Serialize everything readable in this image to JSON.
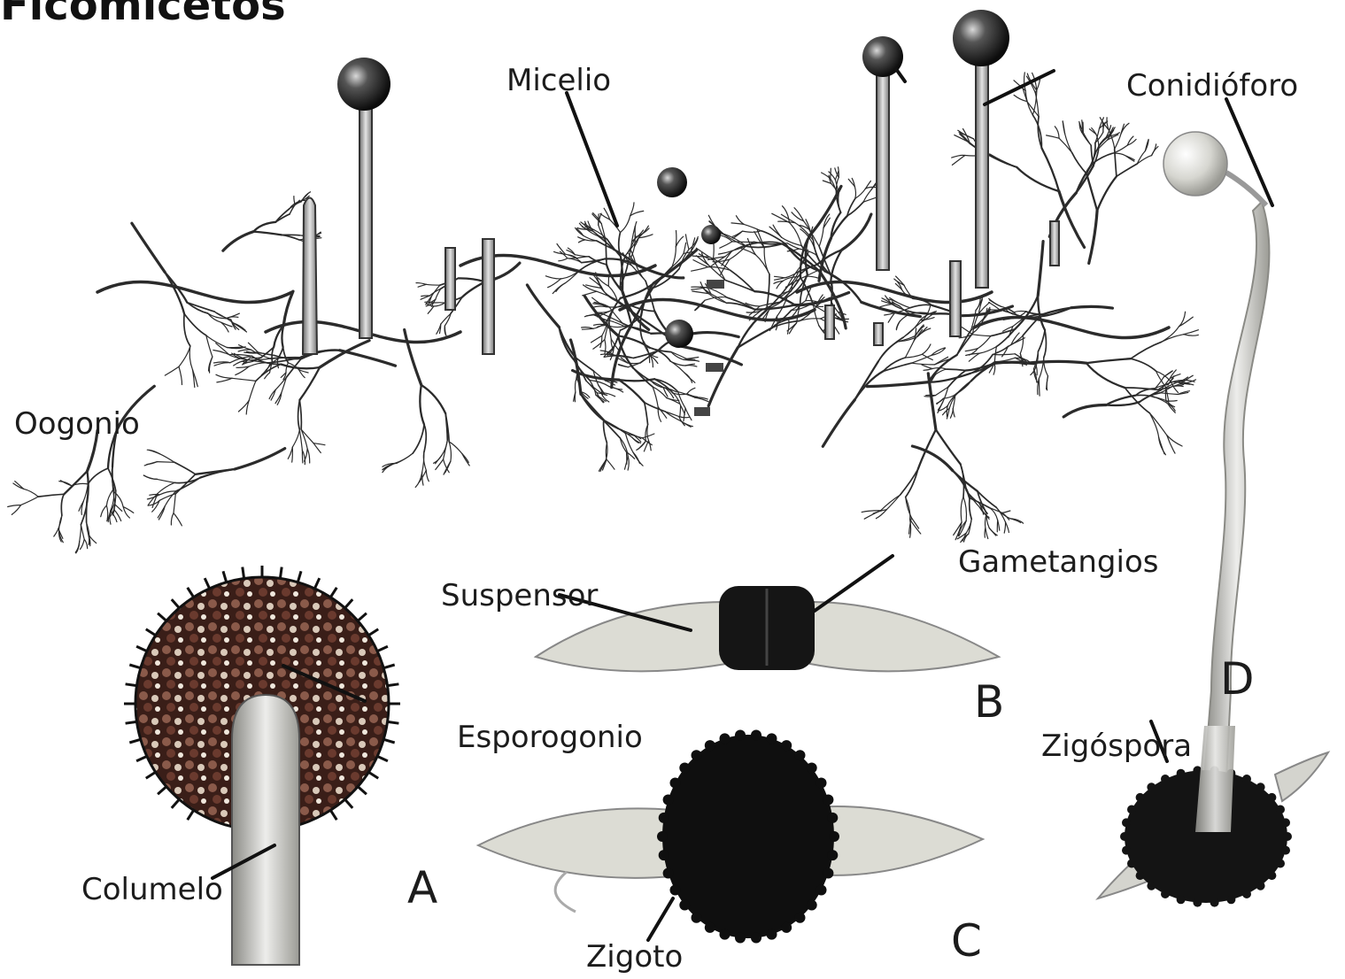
{
  "title": "Ficomicetos",
  "labels": {
    "micelio": "Micelio",
    "conidioforo": "Conidióforo",
    "oogonio": "Oogonio",
    "gametangios": "Gametangios",
    "suspensor": "Suspensor",
    "esporogonio": "Esporogonio",
    "zigospora": "Zigóspora",
    "columelo": "Columelo",
    "zigoto": "Zigoto"
  },
  "panel_letters": {
    "a": "A",
    "b": "B",
    "c": "C",
    "d": "D"
  },
  "colors": {
    "hyphae": "#2b2b2b",
    "sporangium": "#1a1a1a",
    "sporangium_spores": "#7a3a2a",
    "zygote": "#111111",
    "suspensor": "#d8d8d0",
    "conidiophore": "#c9c9c2"
  }
}
